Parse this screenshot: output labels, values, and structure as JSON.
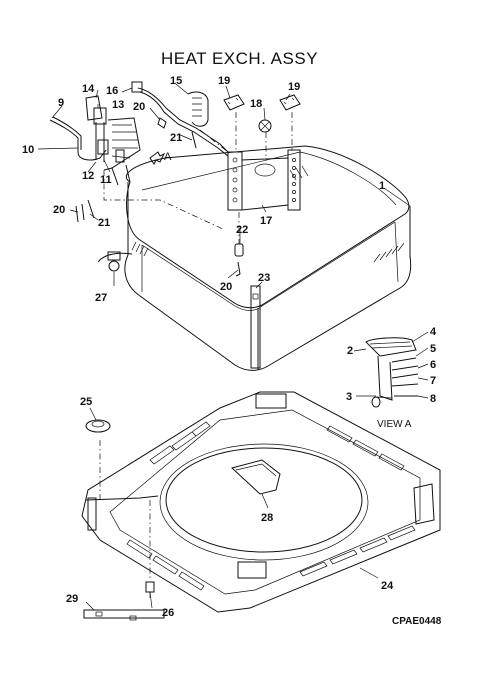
{
  "title": "HEAT EXCH. ASSY",
  "drawing_code": "CPAE0448",
  "view_label": "VIEW A",
  "arrow_label": "A",
  "callouts": [
    "1",
    "2",
    "3",
    "4",
    "5",
    "6",
    "7",
    "8",
    "9",
    "10",
    "11",
    "12",
    "13",
    "14",
    "15",
    "16",
    "17",
    "18",
    "19",
    "19",
    "20",
    "20",
    "20",
    "21",
    "21",
    "22",
    "23",
    "24",
    "25",
    "26",
    "27",
    "28",
    "29"
  ]
}
